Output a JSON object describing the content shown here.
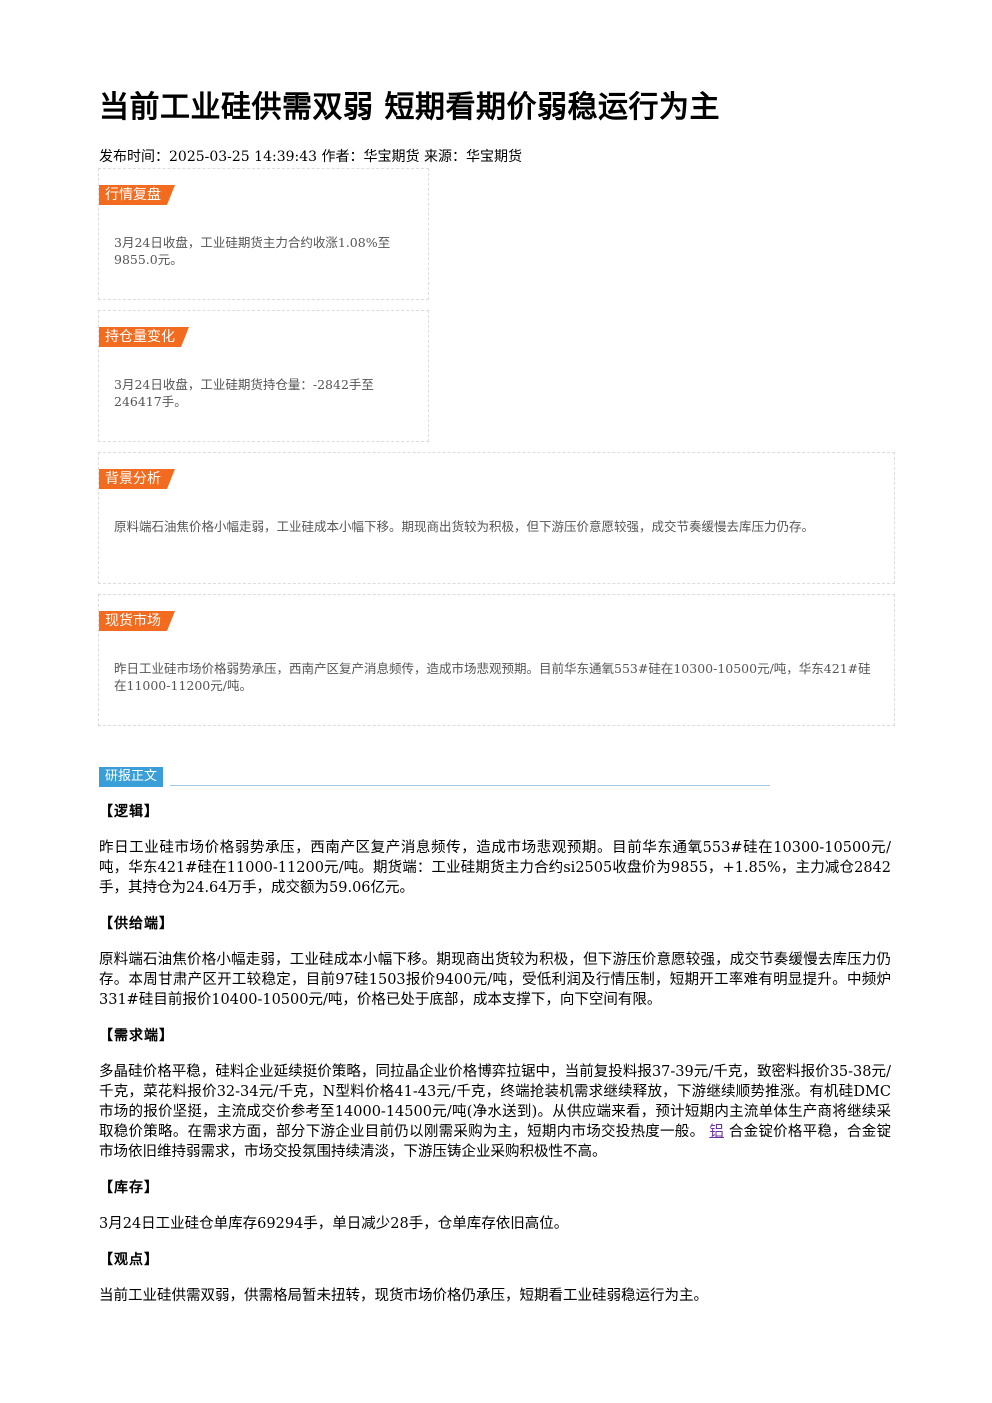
{
  "title": "当前工业硅供需双弱 短期看期价弱稳运行为主",
  "meta": "发布时间：2025-03-25 14:39:43 作者：华宝期货 来源：华宝期货",
  "boxes": [
    {
      "label": "行情复盘",
      "text": "3月24日收盘，工业硅期货主力合约收涨1.08%至9855.0元。"
    },
    {
      "label": "持仓量变化",
      "text": "3月24日收盘，工业硅期货持仓量：-2842手至246417手。"
    },
    {
      "label": "背景分析",
      "text": "原料端石油焦价格小幅走弱，工业硅成本小幅下移。期现商出货较为积极，但下游压价意愿较强，成交节奏缓慢去库压力仍存。"
    },
    {
      "label": "现货市场",
      "text": "昨日工业硅市场价格弱势承压，西南产区复产消息频传，造成市场悲观预期。目前华东通氧553#硅在10300-10500元/吨，华东421#硅在11000-11200元/吨。"
    }
  ],
  "research_tag": "研报正文",
  "sections": [
    {
      "heading": "【逻辑】",
      "text": "昨日工业硅市场价格弱势承压，西南产区复产消息频传，造成市场悲观预期。目前华东通氧553#硅在10300-10500元/吨，华东421#硅在11000-11200元/吨。期货端：工业硅期货主力合约si2505收盘价为9855，+1.85%，主力减仓2842手，其持仓为24.64万手，成交额为59.06亿元。"
    },
    {
      "heading": "【供给端】",
      "text": "原料端石油焦价格小幅走弱，工业硅成本小幅下移。期现商出货较为积极，但下游压价意愿较强，成交节奏缓慢去库压力仍存。本周甘肃产区开工较稳定，目前97硅1503报价9400元/吨，受低利润及行情压制，短期开工率难有明显提升。中频炉331#硅目前报价10400-10500元/吨，价格已处于底部，成本支撑下，向下空间有限。"
    },
    {
      "heading": "【需求端】",
      "text_before": "多晶硅价格平稳，硅料企业延续挺价策略，同拉晶企业价格博弈拉锯中，当前复投料报37-39元/千克，致密料报价35-38元/千克，菜花料报价32-34元/千克，N型料价格41-43元/千克，终端抢装机需求继续释放，下游继续顺势推涨。有机硅DMC市场的报价坚挺，主流成交价参考至14000-14500元/吨(净水送到)。从供应端来看，预计短期内主流单体生产商将继续采取稳价策略。在需求方面，部分下游企业目前仍以刚需采购为主，短期内市场交投热度一般。",
      "link": "铝",
      "text_after": "合金锭价格平稳，合金锭市场依旧维持弱需求，市场交投氛围持续清淡，下游压铸企业采购积极性不高。"
    },
    {
      "heading": "【库存】",
      "text": "3月24日工业硅仓单库存69294手，单日减少28手，仓单库存依旧高位。"
    },
    {
      "heading": "【观点】",
      "text": "当前工业硅供需双弱，供需格局暂未扭转，现货市场价格仍承压，短期看工业硅弱稳运行为主。"
    }
  ]
}
